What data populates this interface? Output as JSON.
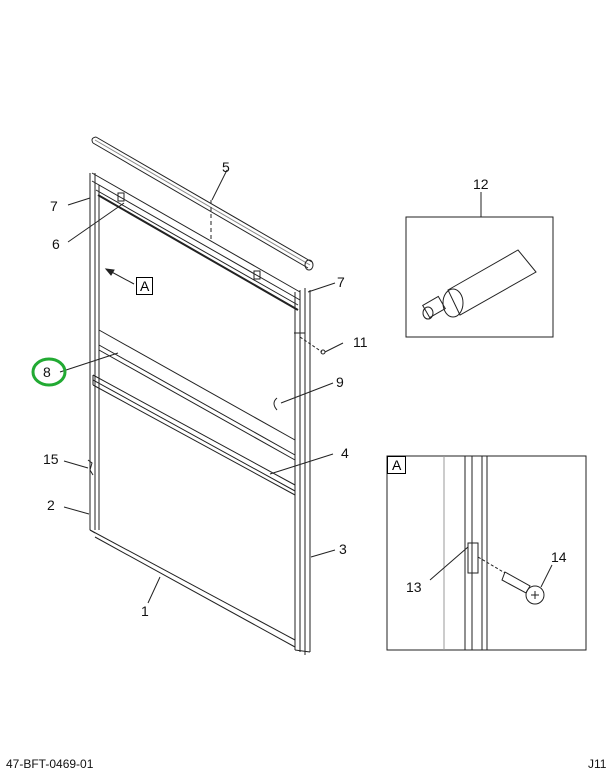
{
  "diagram": {
    "type": "exploded parts illustration",
    "subject": "sliding window assembly",
    "callouts": [
      {
        "id": "1",
        "label": "1"
      },
      {
        "id": "2",
        "label": "2"
      },
      {
        "id": "3",
        "label": "3"
      },
      {
        "id": "4",
        "label": "4"
      },
      {
        "id": "5",
        "label": "5"
      },
      {
        "id": "6",
        "label": "6"
      },
      {
        "id": "7a",
        "label": "7"
      },
      {
        "id": "7b",
        "label": "7"
      },
      {
        "id": "8",
        "label": "8",
        "highlighted": true,
        "highlight_color": "#22aa33"
      },
      {
        "id": "9",
        "label": "9"
      },
      {
        "id": "11",
        "label": "11"
      },
      {
        "id": "12",
        "label": "12"
      },
      {
        "id": "13",
        "label": "13"
      },
      {
        "id": "14",
        "label": "14"
      },
      {
        "id": "15",
        "label": "15"
      }
    ],
    "view_reference": "A",
    "detail_view_label": "A"
  },
  "footer": {
    "drawing_number": "47-BFT-0469-01",
    "sheet": "J11"
  }
}
